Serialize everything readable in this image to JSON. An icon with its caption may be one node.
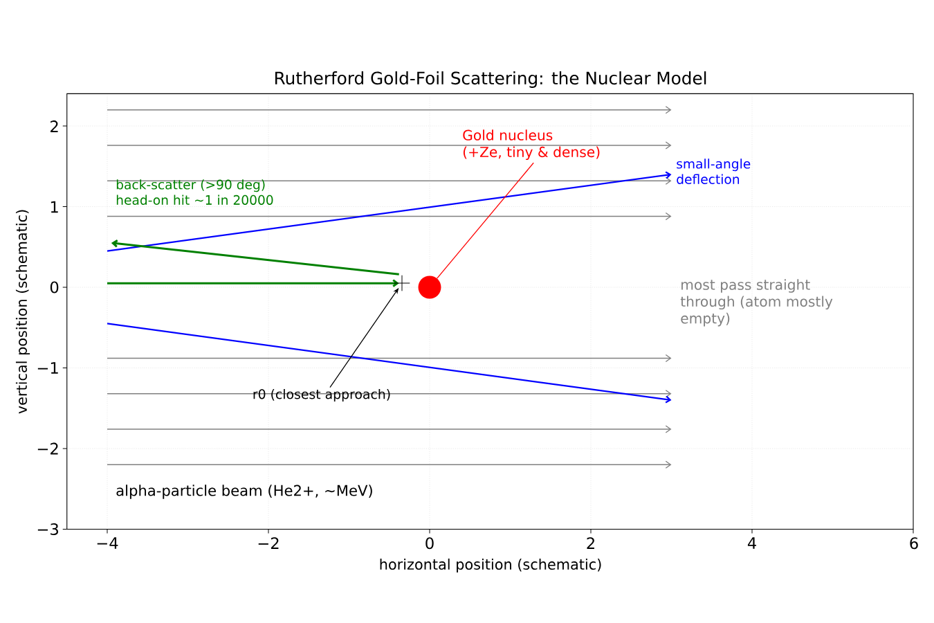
{
  "diagram": {
    "title": "Rutherford Gold-Foil Scattering: the Nuclear Model",
    "nodes": [
      {
        "text": [
          "Gold nucleus (+Ze, tiny & dense)"
        ]
      },
      {
        "text": [],
        "shape": "circle"
      },
      {
        "text": [
          "r0 (closest approach)"
        ]
      },
      {
        "text": [],
        "shape": "cross"
      }
    ],
    "edges": [
      {
        "from": 0,
        "to": 1,
        "arrow": "none",
        "color": "#ff0000"
      },
      {
        "from": 2,
        "to": 3,
        "arrow": "to",
        "color": "#000000"
      }
    ],
    "labels": [
      "back-scatter (>90 deg) head-on hit ~1 in 20000",
      "small-angle deflection",
      "most pass straight through (atom mostly empty)",
      "alpha-particle beam (He2+, ~MeV)",
      "2",
      "1",
      "0",
      "−1",
      "−2",
      "−3",
      "−4",
      "−2",
      "0",
      "2",
      "4",
      "6",
      "horizontal position (schematic)",
      "vertical position (schematic)"
    ]
  }
}
